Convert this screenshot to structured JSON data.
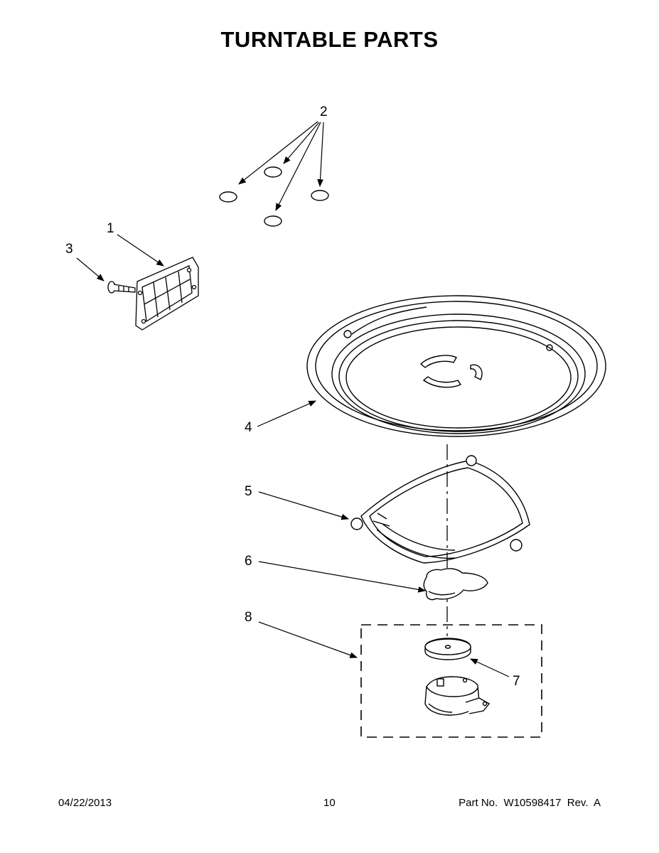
{
  "title": "TURNTABLE PARTS",
  "callouts": {
    "c1": "1",
    "c2": "2",
    "c3": "3",
    "c4": "4",
    "c5": "5",
    "c6": "6",
    "c7": "7",
    "c8": "8"
  },
  "footer": {
    "date": "04/22/2013",
    "page": "10",
    "part": "Part No.  W10598417  Rev.  A"
  }
}
